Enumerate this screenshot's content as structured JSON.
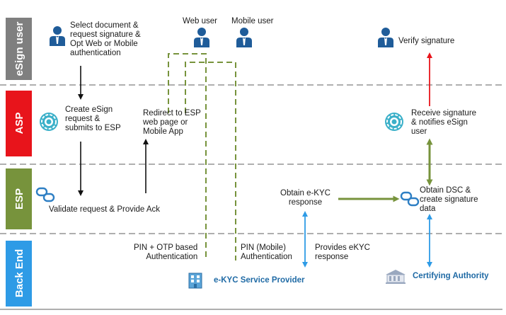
{
  "lanes": [
    {
      "label": "eSign user",
      "color": "#7f7f7f"
    },
    {
      "label": "ASP",
      "color": "#e8141b"
    },
    {
      "label": "ESP",
      "color": "#77933c"
    },
    {
      "label": "Back End",
      "color": "#2e9be6"
    }
  ],
  "actors": {
    "web_user": "Web user",
    "mobile_user": "Mobile user"
  },
  "steps": {
    "select_line1": "Select document &",
    "select_line2": "request signature &",
    "select_line3": "Opt Web or Mobile",
    "select_line4": "authentication",
    "verify": "Verify  signature",
    "create_line1": "Create eSign",
    "create_line2": "request &",
    "create_line3": "submits to ESP",
    "redirect_line1": "Redirect to ESP",
    "redirect_line2": "web  page or",
    "redirect_line3": "Mobile  App",
    "receive_line1": "Receive signature",
    "receive_line2": "& notifies  eSign",
    "receive_line3": "user",
    "validate": "Validate request & Provide  Ack",
    "obtain_ekyc_line1": "Obtain e-KYC",
    "obtain_ekyc_line2": "response",
    "obtain_dsc_line1": "Obtain DSC &",
    "obtain_dsc_line2": "create signature",
    "obtain_dsc_line3": "data",
    "pin_otp_line1": "PIN + OTP based",
    "pin_otp_line2": "Authentication",
    "pin_mobile_line1": "PIN (Mobile)",
    "pin_mobile_line2": "Authentication",
    "provides_line1": "Provides eKYC",
    "provides_line2": "response"
  },
  "providers": {
    "ekyc": "e-KYC  Service Provider",
    "ca": "Certifying Authority"
  },
  "colors": {
    "separator": "#7f7f7f",
    "green_path": "#77933c",
    "blue_arrow": "#2e9be6",
    "red_arrow": "#e8141b",
    "provider_text": "#1f6aa5",
    "person_icon": "#1f5c99"
  },
  "icons": {
    "person": "person-icon",
    "asp_node": "asp-node-icon",
    "esp_node": "esp-link-icon",
    "building": "building-icon",
    "authority": "authority-building-icon"
  }
}
